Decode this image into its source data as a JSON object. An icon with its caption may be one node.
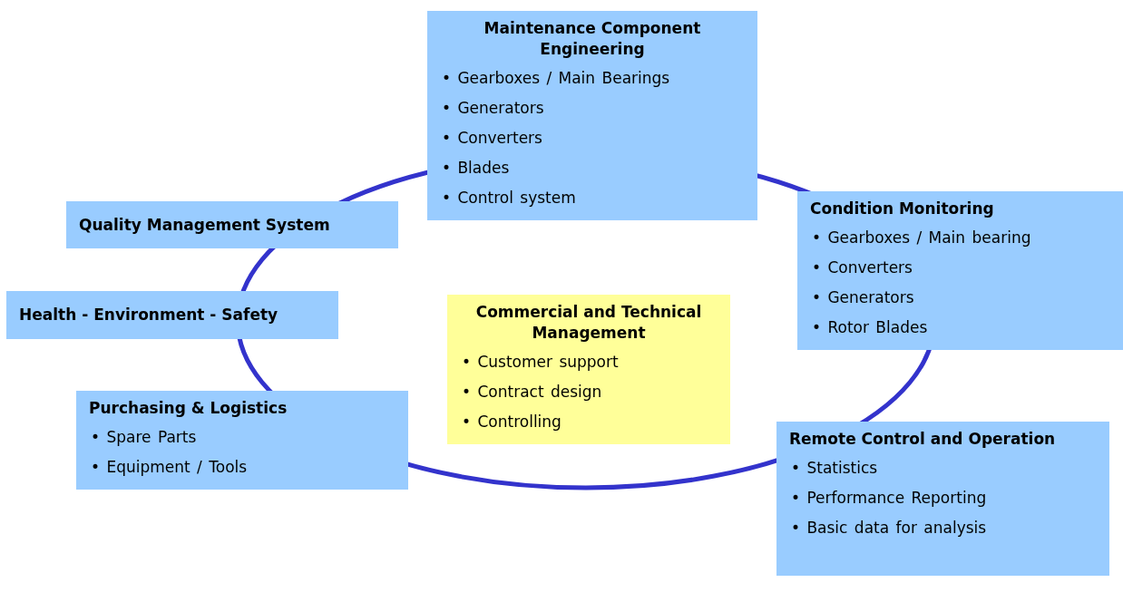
{
  "diagram": {
    "nodes": [
      {
        "text": [
          "Maintenance Component Engineering",
          "• Gearboxes / Main Bearings",
          "• Generators",
          "• Converters",
          "• Blades",
          "• Control system"
        ]
      },
      {
        "text": [
          "Quality Management System"
        ]
      },
      {
        "text": [
          "Condition Monitoring",
          "• Gearboxes / Main bearing",
          "• Converters",
          "• Generators",
          "• Rotor Blades"
        ]
      },
      {
        "text": [
          "Health - Environment - Safety"
        ]
      },
      {
        "text": [
          "Commercial and Technical Management",
          "• Customer support",
          "• Contract design",
          "• Controlling"
        ]
      },
      {
        "text": [
          "Purchasing & Logistics",
          "• Spare Parts",
          "• Equipment / Tools"
        ]
      },
      {
        "text": [
          "Remote Control and Operation",
          "• Statistics",
          "• Performance Reporting",
          "• Basic data for analysis"
        ]
      }
    ],
    "edges": []
  }
}
